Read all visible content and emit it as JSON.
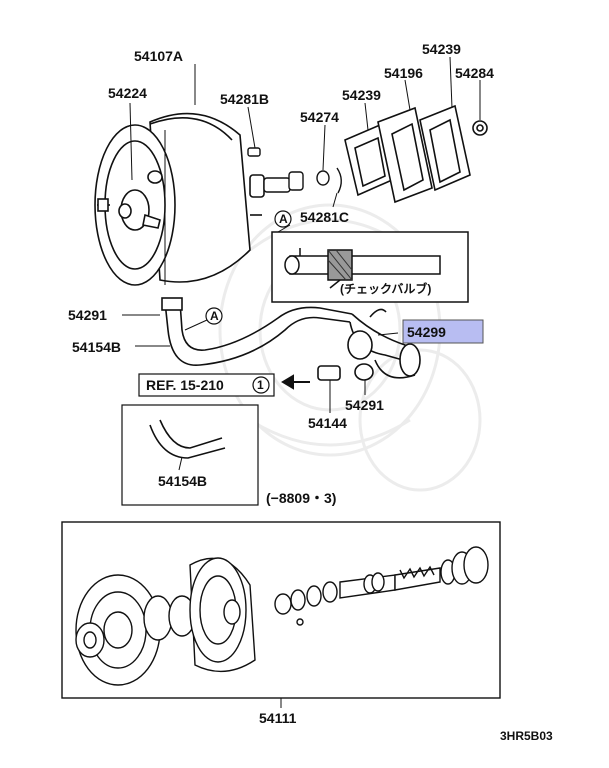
{
  "diagram": {
    "highlight_color": "#b8bdf2",
    "labels": {
      "p54107a": "54107A",
      "p54224": "54224",
      "p54281b": "54281B",
      "p54274": "54274",
      "p54239_top": "54239",
      "p54196": "54196",
      "p54284": "54284",
      "p54239_mid": "54239",
      "p54281c": "54281C",
      "callout_a_top": "A",
      "callout_a_hose": "A",
      "check_valve_caption": "(チェックバルブ)",
      "p54291_left": "54291",
      "p54154b_left": "54154B",
      "p54299": "54299",
      "ref_text": "REF. 15-210",
      "ref_num": "1",
      "p54144": "54144",
      "p54291_right": "54291",
      "p54154b_inset": "54154B",
      "inset_date": "(−8809・3)",
      "p54111": "54111",
      "figure_code": "3HR5B03"
    }
  }
}
